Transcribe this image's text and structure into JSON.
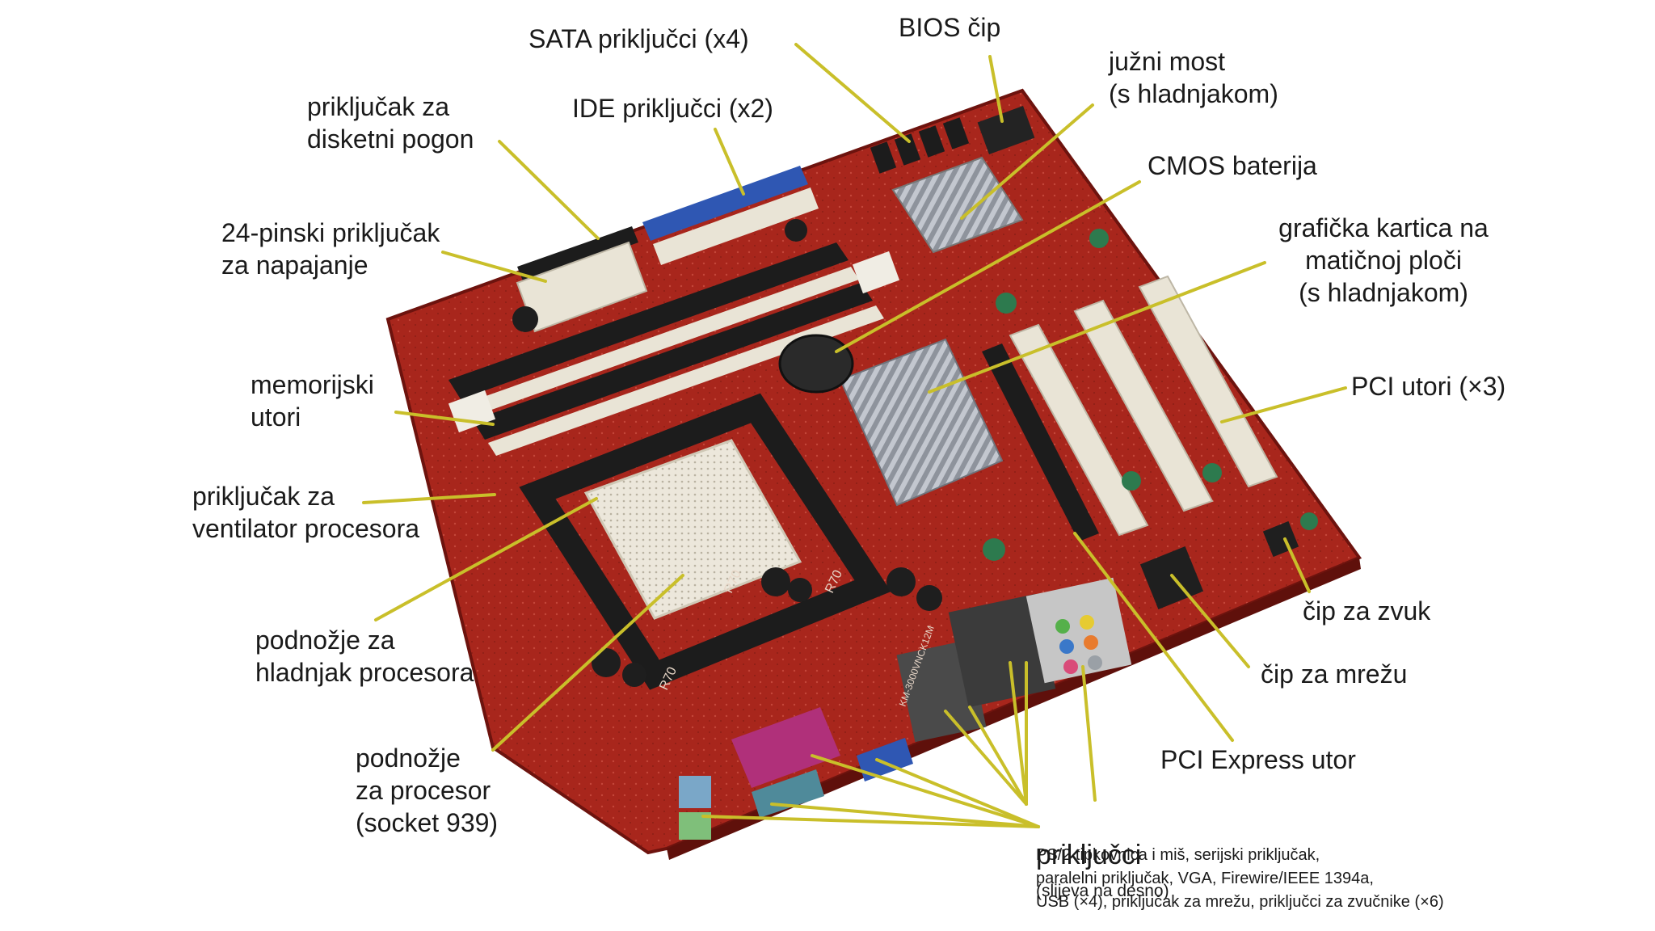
{
  "colors": {
    "board": "#a8261c",
    "board_dark": "#7d1812",
    "leader": "#c9bf2a",
    "slot_black": "#1c1c1c",
    "slot_white": "#e9e4d6",
    "ide_blue": "#2f57b3",
    "heatsink": "#b8bcc4",
    "socket": "#ece7db",
    "parallel_port": "#b0307a"
  },
  "labels": {
    "sata": "SATA priključci (x4)",
    "bios": "BIOS čip",
    "southbridge": "južni most\n(s hladnjakom)",
    "ide": "IDE priključci (x2)",
    "floppy": "priključak za\ndisketni pogon",
    "cmos": "CMOS baterija",
    "power24": "24-pinski priključak\nza napajanje",
    "graphics": "grafička kartica na\nmatičnoj ploči\n(s hladnjakom)",
    "memory": "memorijski\nutori",
    "pci": "PCI utori (×3)",
    "cpu_fan": "priključak za\nventilator procesora",
    "heatsink_mount": "podnožje za\nhladnjak procesora",
    "sound_chip": "čip za zvuk",
    "cpu_socket": "podnožje\nza procesor\n(socket 939)",
    "network_chip": "čip za mrežu",
    "pcie": "PCI Express utor"
  },
  "ports": {
    "title": "priključci",
    "subtitle": "(slijeva na desno)",
    "description": "PS/2 tipkovnica i miš, serijski priključak,\nparalelni priključak, VGA, Firewire/IEEE 1394a,\nUSB (×4), priključak za mrežu, priključci za zvučnike (×6)"
  },
  "board_markings": {
    "r70_a": "R70",
    "r70_b": "R70",
    "r70_c": "R70",
    "model": "KM-3000VNCK12M"
  }
}
